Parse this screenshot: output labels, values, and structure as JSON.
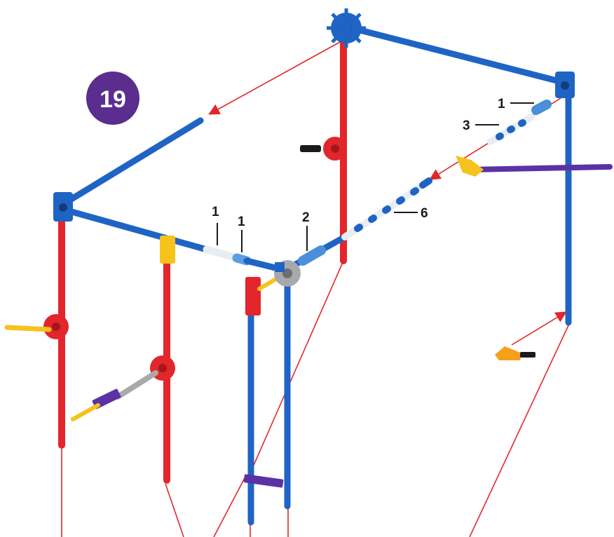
{
  "step": {
    "number": "19",
    "badge_color": "#5a2d8f"
  },
  "colors": {
    "blue_rod": "#1f64c4",
    "red_rod": "#e3262b",
    "white_rod": "#e8edf2",
    "purple_rod": "#5b32a5",
    "gray_rod": "#a7a9ac",
    "yellow_part": "#f6c21c",
    "blue_connector": "#1f64c4",
    "arrow": "#e3262b"
  },
  "callouts": [
    {
      "id": "callout-a",
      "text": "1"
    },
    {
      "id": "callout-b",
      "text": "1"
    },
    {
      "id": "callout-c",
      "text": "2"
    },
    {
      "id": "callout-d",
      "text": "6"
    },
    {
      "id": "callout-e",
      "text": "1"
    },
    {
      "id": "callout-f",
      "text": "3"
    }
  ]
}
